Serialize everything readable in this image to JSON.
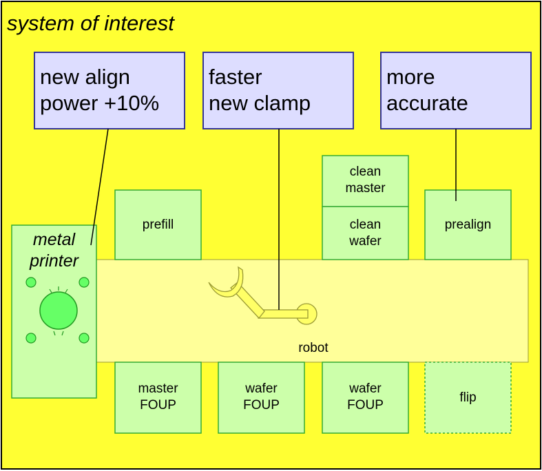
{
  "title": "system of interest",
  "callouts": {
    "align": {
      "line1": "new align",
      "line2": "power +10%"
    },
    "clamp": {
      "line1": "faster",
      "line2": "new clamp"
    },
    "accuracy": {
      "line1": "more",
      "line2": "accurate"
    }
  },
  "stations": {
    "metal_printer": {
      "line1": "metal",
      "line2": "printer"
    },
    "prefill": "prefill",
    "clean_master": {
      "line1": "clean",
      "line2": "master"
    },
    "clean_wafer": {
      "line1": "clean",
      "line2": "wafer"
    },
    "prealign": "prealign",
    "robot": "robot",
    "master_foup": {
      "line1": "master",
      "line2": "FOUP"
    },
    "wafer_foup_1": {
      "line1": "wafer",
      "line2": "FOUP"
    },
    "wafer_foup_2": {
      "line1": "wafer",
      "line2": "FOUP"
    },
    "flip": "flip"
  },
  "colors": {
    "background": "#ffff33",
    "callout_fill": "#ddddff",
    "station_fill": "#ccffaa",
    "station_stroke": "#33aa33",
    "track_fill": "#ffff99",
    "robot_fill": "#ffff66",
    "printer_circle": "#66ff66"
  }
}
